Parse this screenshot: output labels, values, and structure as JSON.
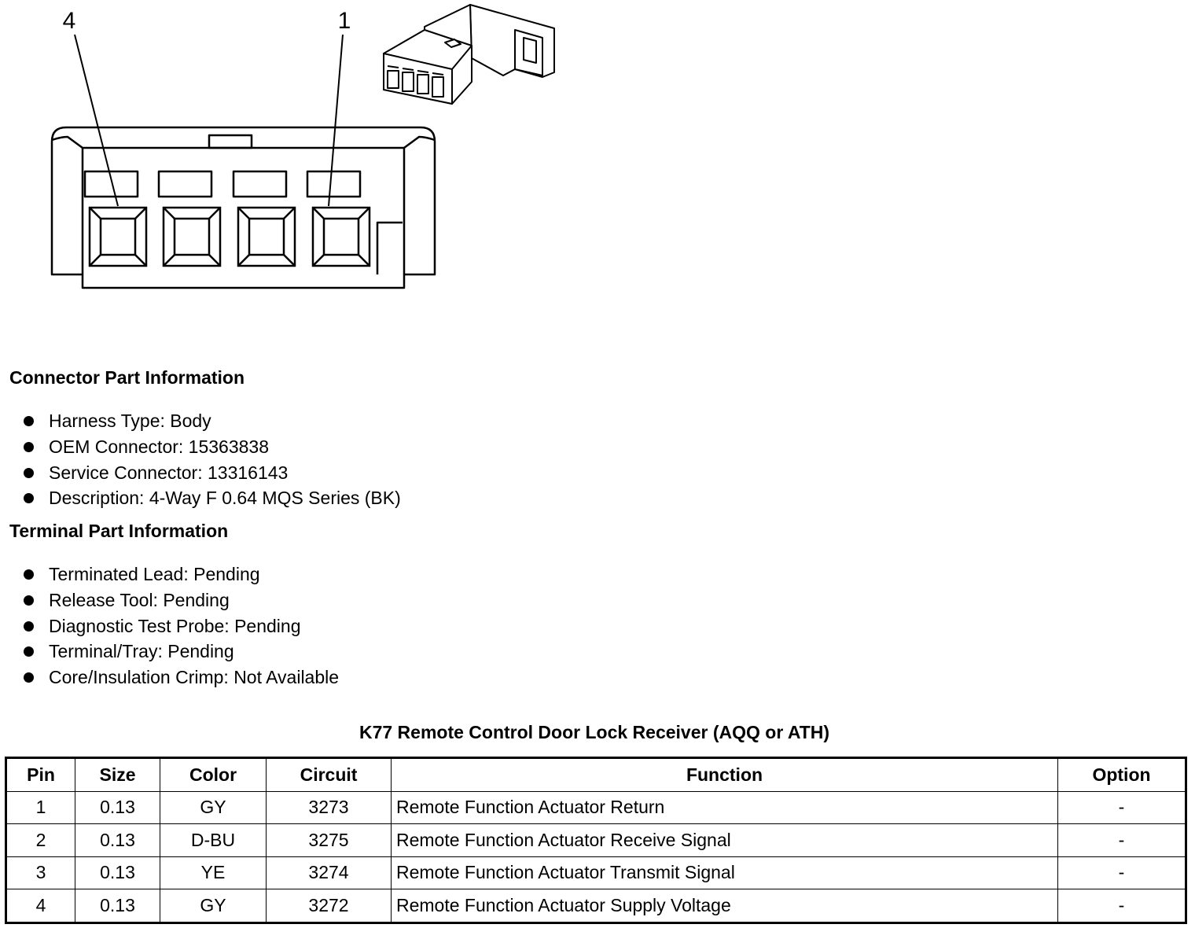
{
  "diagram": {
    "callout_left": "4",
    "callout_right": "1"
  },
  "connector_part_info": {
    "title": "Connector Part Information",
    "items": [
      "Harness Type: Body",
      "OEM Connector: 15363838",
      "Service Connector: 13316143",
      "Description: 4-Way F 0.64 MQS Series (BK)"
    ]
  },
  "terminal_part_info": {
    "title": "Terminal Part Information",
    "items": [
      "Terminated Lead: Pending",
      "Release Tool: Pending",
      "Diagnostic Test Probe: Pending",
      "Terminal/Tray: Pending",
      "Core/Insulation Crimp: Not Available"
    ]
  },
  "table": {
    "title": "K77 Remote Control Door Lock Receiver (AQQ or ATH)",
    "headers": [
      "Pin",
      "Size",
      "Color",
      "Circuit",
      "Function",
      "Option"
    ],
    "rows": [
      [
        "1",
        "0.13",
        "GY",
        "3273",
        "Remote Function Actuator Return",
        "-"
      ],
      [
        "2",
        "0.13",
        "D-BU",
        "3275",
        "Remote Function Actuator Receive Signal",
        "-"
      ],
      [
        "3",
        "0.13",
        "YE",
        "3274",
        "Remote Function Actuator Transmit Signal",
        "-"
      ],
      [
        "4",
        "0.13",
        "GY",
        "3272",
        "Remote Function Actuator Supply Voltage",
        "-"
      ]
    ]
  }
}
